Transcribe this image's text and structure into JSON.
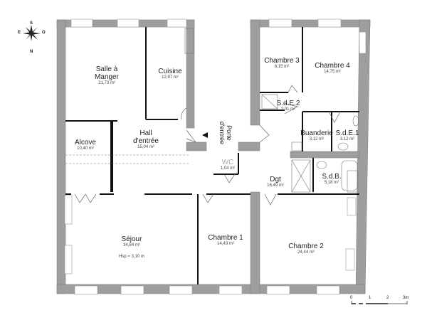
{
  "compass": {
    "top": "S",
    "left": "E",
    "right": "O",
    "bottom": "N"
  },
  "rooms": [
    {
      "name": "Salle à",
      "name2": "Manger",
      "area": "21,73 m²"
    },
    {
      "name": "Cuisine",
      "area": "12,97 m²"
    },
    {
      "name": "Alcove",
      "area": "10,40 m²"
    },
    {
      "name": "Hall",
      "name2": "d'entrée",
      "area": "15,04 m²"
    },
    {
      "name": "WC",
      "area": "1,04 m²"
    },
    {
      "name": "Dgt",
      "area": "16,49 m²"
    },
    {
      "name": "Chambre 3",
      "area": "8,15 m²"
    },
    {
      "name": "Chambre 4",
      "area": "14,75 m²"
    },
    {
      "name": "S.d.E.2",
      "area": "2,01 m²"
    },
    {
      "name": "Buanderie",
      "area": "3,12 m²"
    },
    {
      "name": "S.d.E.1",
      "area": "3,12 m²"
    },
    {
      "name": "S.d.B.",
      "area": "5,18 m²"
    },
    {
      "name": "Séjour",
      "area": "34,64 m²",
      "note": "Hsp = 3,10 m"
    },
    {
      "name": "Chambre 1",
      "area": "14,43 m²"
    },
    {
      "name": "Chambre 2",
      "area": "24,44 m²"
    }
  ],
  "entrance": {
    "line1": "Porte",
    "line2": "d'entrée"
  },
  "scale": {
    "ticks": [
      "0",
      "1",
      "2",
      "3m"
    ]
  },
  "colors": {
    "wall": "#9e9e9e",
    "partition": "#111111"
  }
}
